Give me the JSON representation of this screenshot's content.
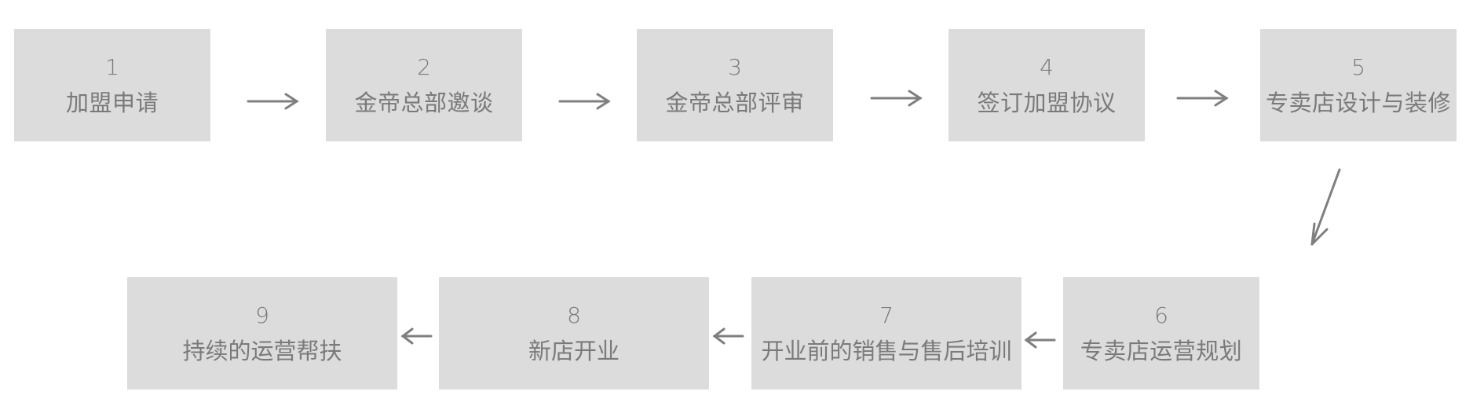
{
  "steps": [
    {
      "num": "1",
      "label": "加盟申请"
    },
    {
      "num": "2",
      "label": "金帝总部邀谈"
    },
    {
      "num": "3",
      "label": "金帝总部评审"
    },
    {
      "num": "4",
      "label": "签订加盟协议"
    },
    {
      "num": "5",
      "label": "专卖店设计与装修"
    },
    {
      "num": "6",
      "label": "专卖店运营规划"
    },
    {
      "num": "7",
      "label": "开业前的销售与售后培训"
    },
    {
      "num": "8",
      "label": "新店开业"
    },
    {
      "num": "9",
      "label": "持续的运营帮扶"
    }
  ],
  "colors": {
    "box": "#dcdcdc",
    "text": "#7a7a7a",
    "arrow": "#7f7f7f"
  }
}
